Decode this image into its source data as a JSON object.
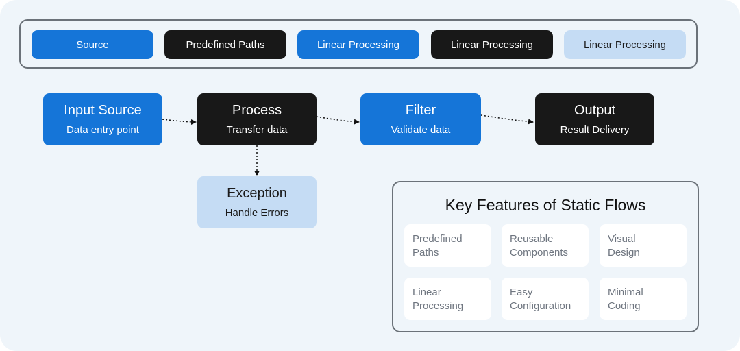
{
  "legend": {
    "items": [
      {
        "label": "Source",
        "style": "blue"
      },
      {
        "label": "Predefined Paths",
        "style": "black"
      },
      {
        "label": "Linear Processing",
        "style": "blue"
      },
      {
        "label": "Linear Processing",
        "style": "black"
      },
      {
        "label": "Linear Processing",
        "style": "light"
      }
    ]
  },
  "nodes": {
    "input": {
      "title": "Input Source",
      "subtitle": "Data entry point"
    },
    "process": {
      "title": "Process",
      "subtitle": "Transfer data"
    },
    "filter": {
      "title": "Filter",
      "subtitle": "Validate data"
    },
    "output": {
      "title": "Output",
      "subtitle": "Result Delivery"
    },
    "exception": {
      "title": "Exception",
      "subtitle": "Handle Errors"
    }
  },
  "edges": [
    {
      "from": "Input Source",
      "to": "Process",
      "style": "dotted"
    },
    {
      "from": "Process",
      "to": "Filter",
      "style": "dotted"
    },
    {
      "from": "Filter",
      "to": "Output",
      "style": "dotted"
    },
    {
      "from": "Process",
      "to": "Exception",
      "style": "dotted"
    }
  ],
  "features": {
    "title": "Key Features of Static Flows",
    "items": [
      {
        "line1": "Predefined",
        "line2": "Paths"
      },
      {
        "line1": "Reusable",
        "line2": "Components"
      },
      {
        "line1": "Visual",
        "line2": "Design"
      },
      {
        "line1": "Linear",
        "line2": "Processing"
      },
      {
        "line1": "Easy",
        "line2": "Configuration"
      },
      {
        "line1": "Minimal",
        "line2": "Coding"
      }
    ]
  },
  "colors": {
    "blue": "#1575d8",
    "black": "#181818",
    "light_blue": "#c5dcf4",
    "background": "#eff5fa"
  }
}
